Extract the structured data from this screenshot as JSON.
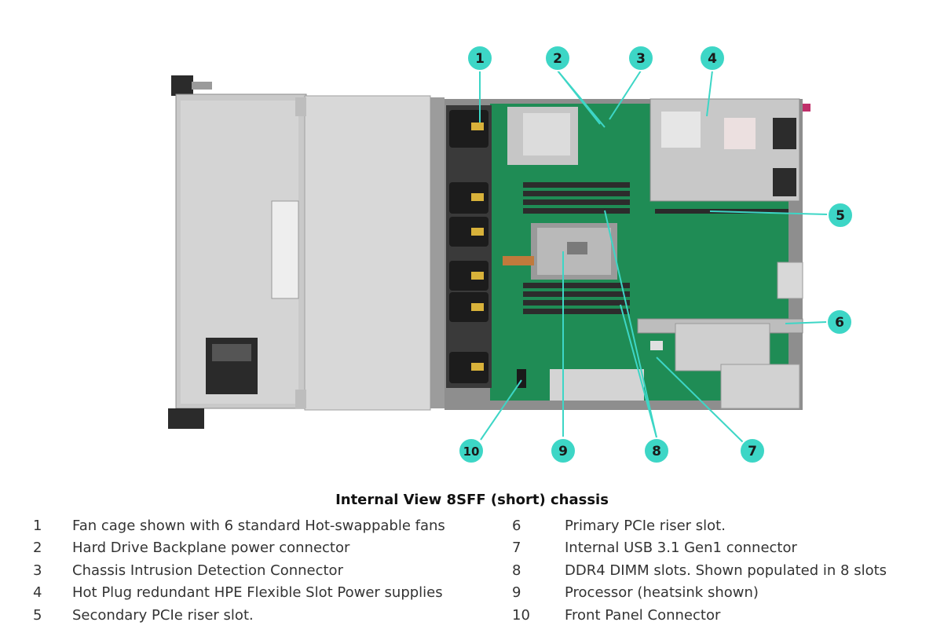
{
  "title": "Internal View 8SFF (short) chassis",
  "accent_color": "#3dd6c6",
  "callouts": [
    {
      "number": "1"
    },
    {
      "number": "2"
    },
    {
      "number": "3"
    },
    {
      "number": "4"
    },
    {
      "number": "5"
    },
    {
      "number": "6"
    },
    {
      "number": "7"
    },
    {
      "number": "8"
    },
    {
      "number": "9"
    },
    {
      "number": "10"
    }
  ],
  "legend": [
    {
      "number": "1",
      "text": "Fan cage shown with 6 standard Hot-swappable fans"
    },
    {
      "number": "2",
      "text": "Hard Drive Backplane power connector"
    },
    {
      "number": "3",
      "text": "Chassis Intrusion Detection Connector"
    },
    {
      "number": "4",
      "text": "Hot Plug redundant HPE Flexible Slot Power supplies"
    },
    {
      "number": "5",
      "text": "Secondary PCIe riser slot."
    },
    {
      "number": "6",
      "text": "Primary PCIe riser slot."
    },
    {
      "number": "7",
      "text": "Internal USB 3.1 Gen1 connector"
    },
    {
      "number": "8",
      "text": "DDR4 DIMM slots. Shown populated in 8 slots"
    },
    {
      "number": "9",
      "text": "Processor (heatsink shown)"
    },
    {
      "number": "10",
      "text": "Front Panel Connector"
    }
  ]
}
